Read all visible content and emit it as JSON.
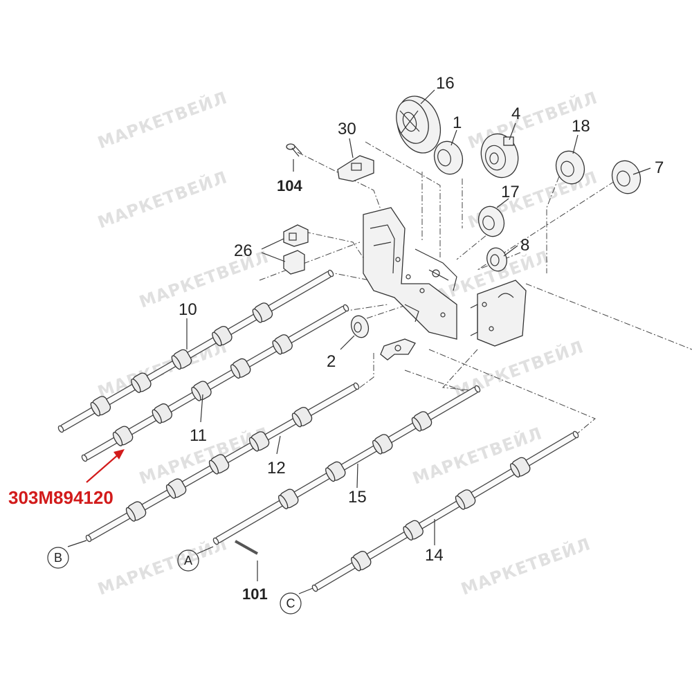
{
  "watermark": "МАРКЕТВЕЙЛ",
  "callouts": {
    "c16": "16",
    "c1": "1",
    "c4": "4",
    "c30": "30",
    "c18": "18",
    "c7": "7",
    "c104": "104",
    "c17": "17",
    "c26": "26",
    "c8": "8",
    "c10": "10",
    "c2": "2",
    "c11": "11",
    "c12": "12",
    "c15": "15",
    "c14": "14",
    "c101": "101"
  },
  "connectors": {
    "A": "A",
    "B": "B",
    "C": "C"
  },
  "highlight": {
    "part_number": "303M894120",
    "color": "#d21b1b"
  }
}
